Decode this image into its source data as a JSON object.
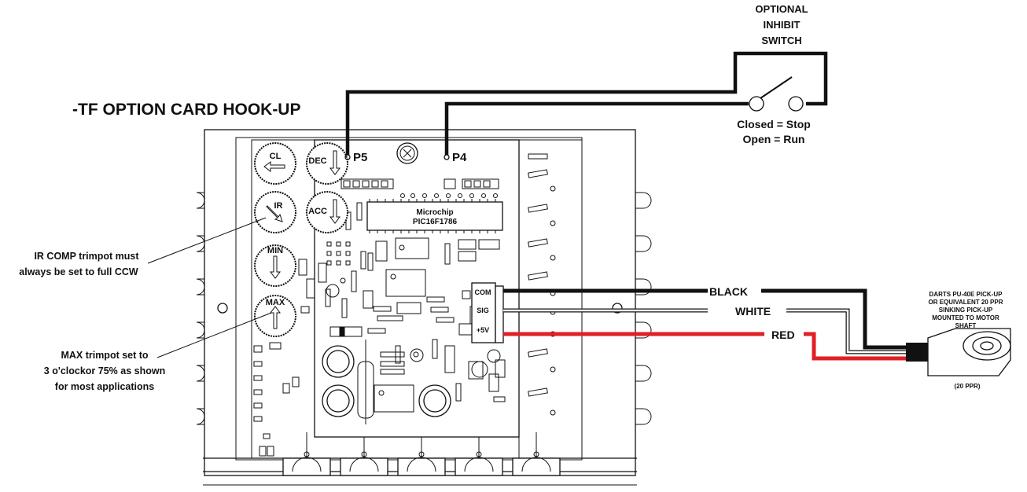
{
  "title": "-TF OPTION CARD HOOK-UP",
  "switch": {
    "label_line1": "OPTIONAL",
    "label_line2": "INHIBIT",
    "label_line3": "SWITCH",
    "state_closed": "Closed = Stop",
    "state_open": "Open = Run"
  },
  "terminals": {
    "p5": "P5",
    "p4": "P4"
  },
  "trimpots": {
    "cl": "CL",
    "dec": "DEC",
    "ir": "IR",
    "acc": "ACC",
    "min": "MIN",
    "max": "MAX"
  },
  "chip": {
    "line1": "Microchip",
    "line2": "PIC16F1786"
  },
  "connector_pins": {
    "com": "COM",
    "sig": "SIG",
    "plus5v": "+5V"
  },
  "wires": {
    "black": {
      "label": "BLACK",
      "color": "#000000"
    },
    "white": {
      "label": "WHITE",
      "color": "#ffffff"
    },
    "red": {
      "label": "RED",
      "color": "#e01f26"
    }
  },
  "notes": {
    "ir_line1": "IR COMP trimpot must",
    "ir_line2": "always be set to full CCW",
    "max_line1": "MAX trimpot set to",
    "max_line2": "3 o'clockor 75% as shown",
    "max_line3": "for most applications"
  },
  "pickup": {
    "line1": "DARTS PU-40E PICK-UP",
    "line2": "OR EQUIVALENT 20 PPR",
    "line3": "SINKING PICK-UP",
    "line4": "MOUNTED TO MOTOR",
    "line5": "SHAFT",
    "ppr": "(20 PPR)"
  }
}
